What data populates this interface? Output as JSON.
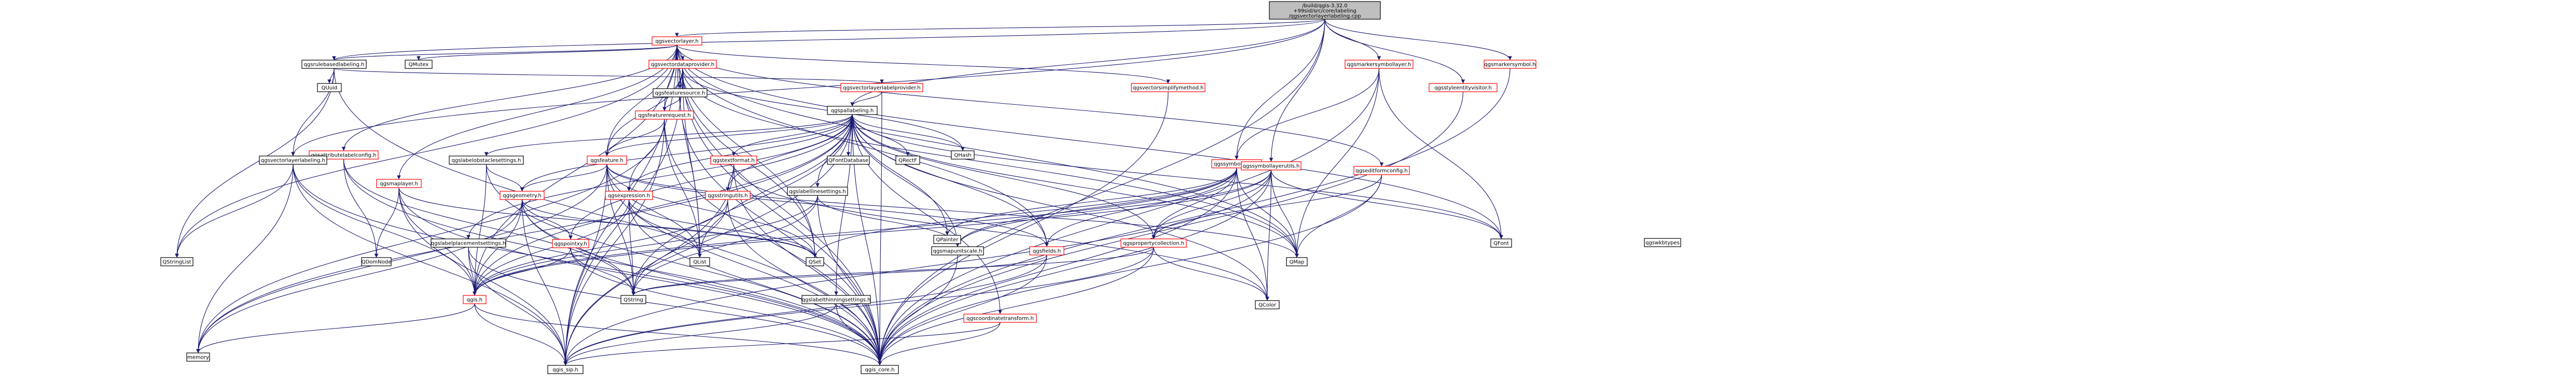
{
  "graph": {
    "root": "/build/qgis-3.32.0+99sid/src/core/labeling/qgsvectorlayerlabeling.cpp",
    "colors": {
      "edge": "#191970",
      "edge_red": "#ff0000",
      "node_border": "#000000",
      "node_border_red": "#ff0000",
      "root_fill": "#bfbfbf"
    },
    "nodes": [
      {
        "id": "n_root",
        "label": "/build/qgis-3.32.0+99sid/src/core/labeling/qgsvectorlayerlabeling.cpp",
        "style": "root"
      },
      {
        "id": "n_qgsvectorlayer_h",
        "label": "qgsvectorlayer.h",
        "style": "red"
      },
      {
        "id": "n_qgsrulebasedlabeling_h",
        "label": "qgsrulebasedlabeling.h",
        "style": "normal"
      },
      {
        "id": "n_qmutex",
        "label": "QMutex",
        "style": "normal"
      },
      {
        "id": "n_qgsvectordataprovider_h",
        "label": "qgsvectordataprovider.h",
        "style": "red"
      },
      {
        "id": "n_qgsvectorsimplifymethod_h",
        "label": "qgsvectorsimplifymethod.h",
        "style": "red"
      },
      {
        "id": "n_qgsmarkersymbollayer_h",
        "label": "qgsmarkersymbollayer.h",
        "style": "red"
      },
      {
        "id": "n_qgsmarkersymbol_h",
        "label": "qgsmarkersymbol.h",
        "style": "red"
      },
      {
        "id": "n_qgsstyleentityvisitor_h",
        "label": "qgsstyleentityvisitor.h",
        "style": "red"
      },
      {
        "id": "n_quuid",
        "label": "QUuid",
        "style": "normal"
      },
      {
        "id": "n_qgsfeaturesource_h",
        "label": "qgsfeaturesource.h",
        "style": "normal"
      },
      {
        "id": "n_qgsvectorlayerlabelprovider_h",
        "label": "qgsvectorlayerlabelprovider.h",
        "style": "red"
      },
      {
        "id": "n_qgspallabeling_h",
        "label": "qgspallabeling.h",
        "style": "normal"
      },
      {
        "id": "n_qgsfeaturerequest_h",
        "label": "qgsfeaturerequest.h",
        "style": "red"
      },
      {
        "id": "n_qgssymbollayer_h",
        "label": "qgssymbollayer.h",
        "style": "red"
      },
      {
        "id": "n_qgssymbollayerutils_h",
        "label": "qgssymbollayerutils.h",
        "style": "red"
      },
      {
        "id": "n_qgswkbtypes",
        "label": "qgswkbtypes",
        "style": "normal"
      },
      {
        "id": "n_qgsattributelabelconfig_h",
        "label": "qgsattributelabelconfig.h",
        "style": "red"
      },
      {
        "id": "n_qgsvectorlayerlabeling_h",
        "label": "qgsvectorlayerlabeling.h",
        "style": "normal"
      },
      {
        "id": "n_qgslabelobstaclesettings_h",
        "label": "qgslabelobstaclesettings.h",
        "style": "normal"
      },
      {
        "id": "n_qgsfeature_h",
        "label": "qgsfeature.h",
        "style": "red"
      },
      {
        "id": "n_qgstextformat_h",
        "label": "qgstextformat.h",
        "style": "red"
      },
      {
        "id": "n_qfontdatabase",
        "label": "QFontDatabase",
        "style": "normal"
      },
      {
        "id": "n_qrectf",
        "label": "QRectF",
        "style": "normal"
      },
      {
        "id": "n_qhash",
        "label": "QHash",
        "style": "normal"
      },
      {
        "id": "n_qgseditformconfig_h",
        "label": "qgseditformconfig.h",
        "style": "red"
      },
      {
        "id": "n_qgsmaplayer_h",
        "label": "qgsmaplayer.h",
        "style": "red"
      },
      {
        "id": "n_qgsgeometry_h",
        "label": "qgsgeometry.h",
        "style": "red"
      },
      {
        "id": "n_qgsexpression_h",
        "label": "qgsexpression.h",
        "style": "red"
      },
      {
        "id": "n_qgsstringutils_h",
        "label": "qgsstringutils.h",
        "style": "red"
      },
      {
        "id": "n_qgslabellinesettings_h",
        "label": "qgslabellinesettings.h",
        "style": "normal"
      },
      {
        "id": "n_qgslabelplacementsettings_h",
        "label": "qgslabelplacementsettings.h",
        "style": "normal"
      },
      {
        "id": "n_qgspointxy_h",
        "label": "qgspointxy.h",
        "style": "red"
      },
      {
        "id": "n_qpainter",
        "label": "QPainter",
        "style": "normal"
      },
      {
        "id": "n_qgsmapunitscale_h",
        "label": "qgsmapunitscale.h",
        "style": "normal"
      },
      {
        "id": "n_qgsfields_h",
        "label": "qgsfields.h",
        "style": "red"
      },
      {
        "id": "n_qgspropertycollection_h",
        "label": "qgspropertycollection.h",
        "style": "red"
      },
      {
        "id": "n_qfont",
        "label": "QFont",
        "style": "normal"
      },
      {
        "id": "n_qstringlist",
        "label": "QStringList",
        "style": "normal"
      },
      {
        "id": "n_qdomnode",
        "label": "QDomNode",
        "style": "normal"
      },
      {
        "id": "n_qlist",
        "label": "QList",
        "style": "normal"
      },
      {
        "id": "n_qset",
        "label": "QSet",
        "style": "normal"
      },
      {
        "id": "n_qmap",
        "label": "QMap",
        "style": "normal"
      },
      {
        "id": "n_qgis_h",
        "label": "qgis.h",
        "style": "red"
      },
      {
        "id": "n_qstring",
        "label": "QString",
        "style": "normal"
      },
      {
        "id": "n_qgslabelthinningsettings_h",
        "label": "qgslabelthinningsettings.h",
        "style": "normal"
      },
      {
        "id": "n_qgscoordinatetransform_h",
        "label": "qgscoordinatetransform.h",
        "style": "red"
      },
      {
        "id": "n_qcolor",
        "label": "QColor",
        "style": "normal"
      },
      {
        "id": "n_memory",
        "label": "memory",
        "style": "normal"
      },
      {
        "id": "n_qgis_sip_h",
        "label": "qgis_sip.h",
        "style": "normal"
      },
      {
        "id": "n_qgis_core_h",
        "label": "qgis_core.h",
        "style": "normal"
      }
    ]
  }
}
